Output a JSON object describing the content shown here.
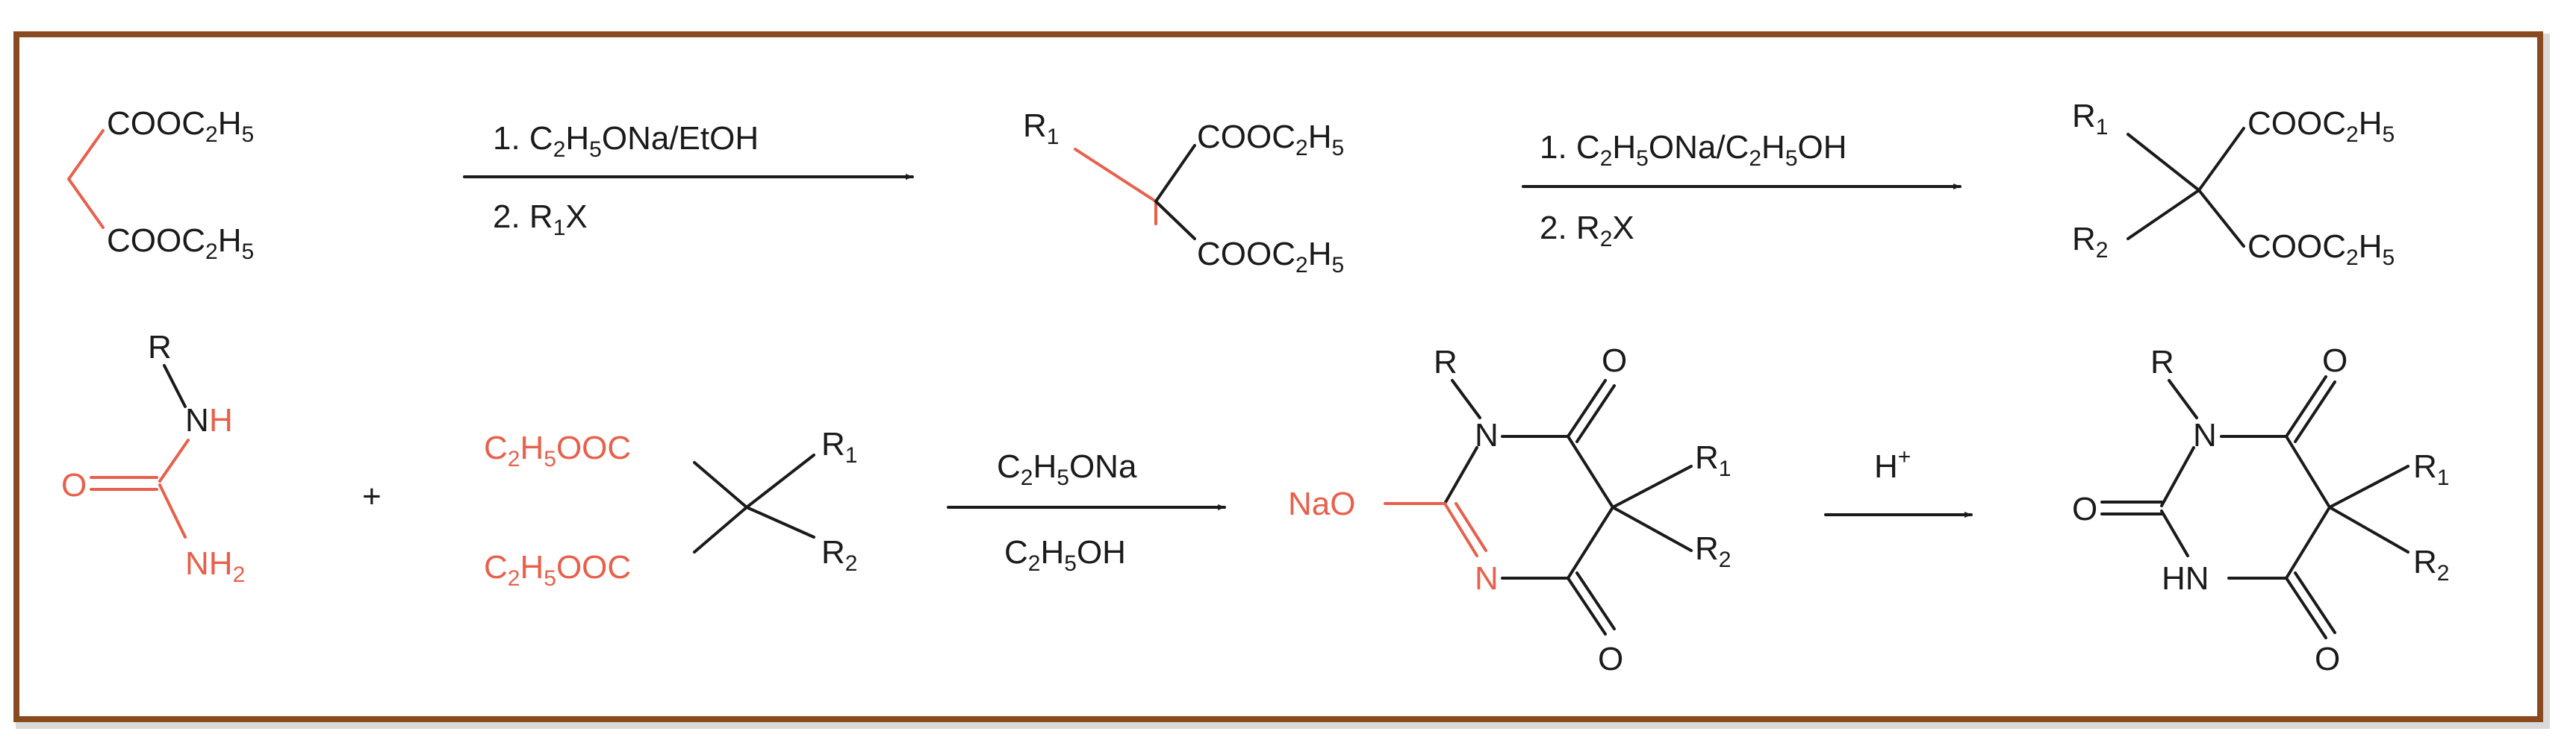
{
  "colors": {
    "frame": "#8a4a1f",
    "highlight": "#e8604c",
    "ink": "#1a1a1a",
    "shadow": "#d9d9d9"
  },
  "row1": {
    "start": {
      "ester_top": [
        "COOC",
        "2",
        "H",
        "5"
      ],
      "ester_bottom": [
        "COOC",
        "2",
        "H",
        "5"
      ]
    },
    "arrow1": {
      "reagent1": [
        "1. C",
        "2",
        "H",
        "5",
        "ONa/EtOH"
      ],
      "reagent2": [
        "2. R",
        "1",
        "X"
      ]
    },
    "mid": {
      "r1": [
        "R",
        "1"
      ],
      "ester_top": [
        "COOC",
        "2",
        "H",
        "5"
      ],
      "ester_bottom": [
        "COOC",
        "2",
        "H",
        "5"
      ]
    },
    "arrow2": {
      "reagent1": [
        "1. C",
        "2",
        "H",
        "5",
        "ONa/C",
        "2",
        "H",
        "5",
        "OH"
      ],
      "reagent2": [
        "2. R",
        "2",
        "X"
      ]
    },
    "product": {
      "r1": [
        "R",
        "1"
      ],
      "r2": [
        "R",
        "2"
      ],
      "ester_top": [
        "COOC",
        "2",
        "H",
        "5"
      ],
      "ester_bottom": [
        "COOC",
        "2",
        "H",
        "5"
      ]
    }
  },
  "row2": {
    "urea": {
      "r": "R",
      "n": "N",
      "h": "H",
      "o": "O",
      "nh2": [
        "NH",
        "2"
      ]
    },
    "plus": "+",
    "malonate": {
      "ester_top": [
        "C",
        "2",
        "H",
        "5",
        "OOC"
      ],
      "ester_bottom": [
        "C",
        "2",
        "H",
        "5",
        "OOC"
      ],
      "r1": [
        "R",
        "1"
      ],
      "r2": [
        "R",
        "2"
      ]
    },
    "arrow3": {
      "reagent_top": [
        "C",
        "2",
        "H",
        "5",
        "ONa"
      ],
      "reagent_bottom": [
        "C",
        "2",
        "H",
        "5",
        "OH"
      ]
    },
    "salt": {
      "r": "R",
      "n_top": "N",
      "o_top": "O",
      "nao": "NaO",
      "n_bottom": "N",
      "o_bottom": "O",
      "r1": [
        "R",
        "1"
      ],
      "r2": [
        "R",
        "2"
      ]
    },
    "arrow4": {
      "reagent": [
        "H",
        "+"
      ]
    },
    "barbiturate": {
      "r": "R",
      "n_top": "N",
      "o_top": "O",
      "o_left": "O",
      "hn": "HN",
      "o_bottom": "O",
      "r1": [
        "R",
        "1"
      ],
      "r2": [
        "R",
        "2"
      ]
    }
  }
}
